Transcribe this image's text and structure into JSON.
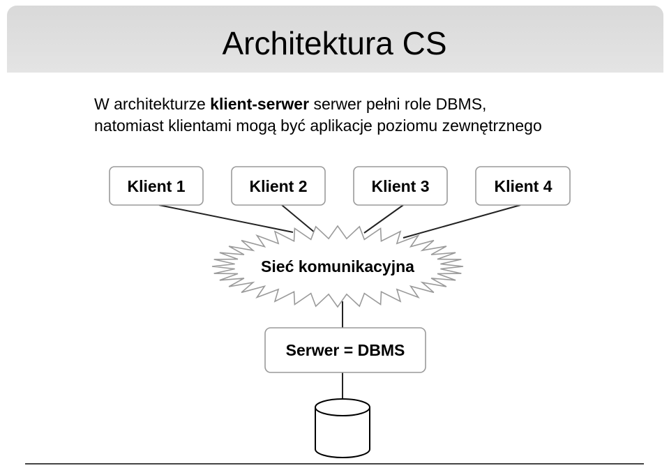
{
  "slide": {
    "title": "Architektura CS",
    "intro": {
      "line1_prefix": "W architekturze ",
      "line1_bold": "klient-serwer",
      "line1_suffix": " serwer pełni role DBMS,",
      "line2": "natomiast klientami mogą być aplikacje poziomu zewnętrznego"
    }
  },
  "diagram": {
    "clients": [
      "Klient 1",
      "Klient 2",
      "Klient 3",
      "Klient 4"
    ],
    "network_label": "Sieć komunikacyjna",
    "server_label": "Serwer = DBMS",
    "database_icon": "database-cylinder-icon"
  }
}
